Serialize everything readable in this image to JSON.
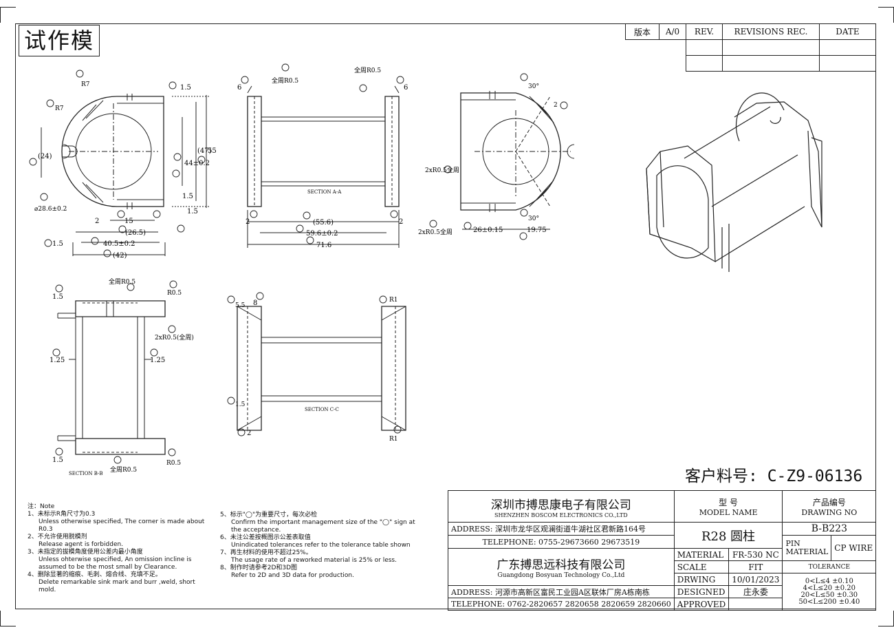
{
  "stamp": "试作模",
  "revision_block": {
    "version_label": "版本",
    "version_value": "A/0",
    "rev_label": "REV.",
    "revisions_label": "REVISIONS REC.",
    "date_label": "DATE"
  },
  "customer_part_no": "客户料号: C-Z9-06136",
  "notes": {
    "header": "注：Note",
    "items": [
      {
        "cn": "1、未标示R角尺寸为0.3",
        "en": "Unless otherwise specified, The corner  is made about R0.3"
      },
      {
        "cn": "2、不允许使用脱模剂",
        "en": "Release agent is forbidden."
      },
      {
        "cn": "3、未指定的拔模角度使用公差内最小角度",
        "en": "Unless ohterwise specified, An omission incline is assumed to be the most small by Clearance."
      },
      {
        "cn": "4、删除显著的缩痕、毛刺、熔合线、充填不足。",
        "en": "Delete remarkable sink mark and burr ,weld, short mold."
      },
      {
        "cn": "5、标示\"◯\"为重要尺寸，每次必检",
        "en": "Confirm the important management size of the \"◯\" sign at the acceptance."
      },
      {
        "cn": "6、未注公差按概图示公差表取值",
        "en": "Unindicated tolerances refer to the tolerance table shown"
      },
      {
        "cn": "7、再生材料的使用不超过25%。",
        "en": "The usage rate of a reworked material is 25% or less."
      },
      {
        "cn": "8、制作时请参考2D和3D图",
        "en": "Refer to 2D and 3D data for production."
      }
    ]
  },
  "title_block": {
    "company1_cn": "深圳市搏思康电子有限公司",
    "company1_en": "SHENZHEN BOSCOM ELECTRONICS CO.,LTD",
    "address1": "ADDRESS: 深圳市龙华区观澜街道牛湖社区君新路164号",
    "telephone1": "TELEPHONE: 0755-29673660 29673519",
    "company2_cn": "广东搏思远科技有限公司",
    "company2_en": "Guangdong Bosyuan Technology Co.,Ltd",
    "address2": "ADDRESS: 河源市高新区富民工业园A区联体厂房A栋南栋",
    "telephone2": "TELEPHONE: 0762-2820657 2820658 2820659 2820660",
    "model_label_cn": "型    号",
    "model_label_en": "MODEL NAME",
    "model_value": "R28 圆柱",
    "drawing_label_cn": "产品编号",
    "drawing_label_en": "DRAWING NO",
    "drawing_value": "B-B223",
    "material_label": "MATERIAL",
    "material_value": "FR-530 NC",
    "pin_material_label": "PIN MATERIAL",
    "pin_material_value": "CP WIRE",
    "scale_label": "SCALE",
    "scale_value": "FIT",
    "drwing_label": "DRWING",
    "drwing_value": "10/01/2023",
    "designed_label": "DESIGNED",
    "designed_value": "庄永委",
    "approved_label": "APPROVED",
    "tolerance_label": "TOLERANCE",
    "tolerances": [
      "0<L≤4   ±0.10",
      "4<L≤20  ±0.20",
      "20<L≤50  ±0.30",
      "50<L≤200 ±0.40"
    ]
  },
  "view_labels": {
    "section_aa": "SECTION A-A",
    "section_bb": "SECTION B-B",
    "section_cc": "SECTION C-C"
  },
  "dimensions": {
    "d_r7a": "R7",
    "d_r7b": "R7",
    "d_24": "(24)",
    "d_286": "⌀28.6±0.2",
    "d_15a": "1.5",
    "d_2a": "2",
    "d_15b": "15",
    "d_265": "(26.5)",
    "d_405": "40.5±0.2",
    "d_42": "(42)",
    "d_15c": "1.5",
    "d_44": "44±0.2",
    "d_47": "(47)",
    "d_55": "55",
    "d_15d": "1.5",
    "d_15e": "1.5",
    "d_6a": "6",
    "d_r05a": "全周R0.5",
    "d_r05b": "全周R0.5",
    "d_6b": "6",
    "d_2b": "2",
    "d_2c": "2",
    "d_556": "(55.6)",
    "d_596": "59.6±0.2",
    "d_716": "71.6",
    "d_30a": "30°",
    "d_2d": "2",
    "d_2xr05a": "2xR0.5全周",
    "d_2xr05b": "2xR0.5全周",
    "d_26": "26±0.15",
    "d_1975": "19.75",
    "d_30b": "30°",
    "d_15f": "1.5",
    "d_r05c": "全周R0.5",
    "d_r05d": "R0.5",
    "d_2xr05c": "2xR0.5(全周)",
    "d_125a": "1.25",
    "d_125b": "1.25",
    "d_15g": "1.5",
    "d_r05e": "全周R0.5",
    "d_r05f": "R0.5",
    "d_55b": "5.5",
    "d_8": "8",
    "d_r1a": "R1",
    "d_r1b": "R1",
    "d_15h": "1.5",
    "d_2e": "2"
  }
}
